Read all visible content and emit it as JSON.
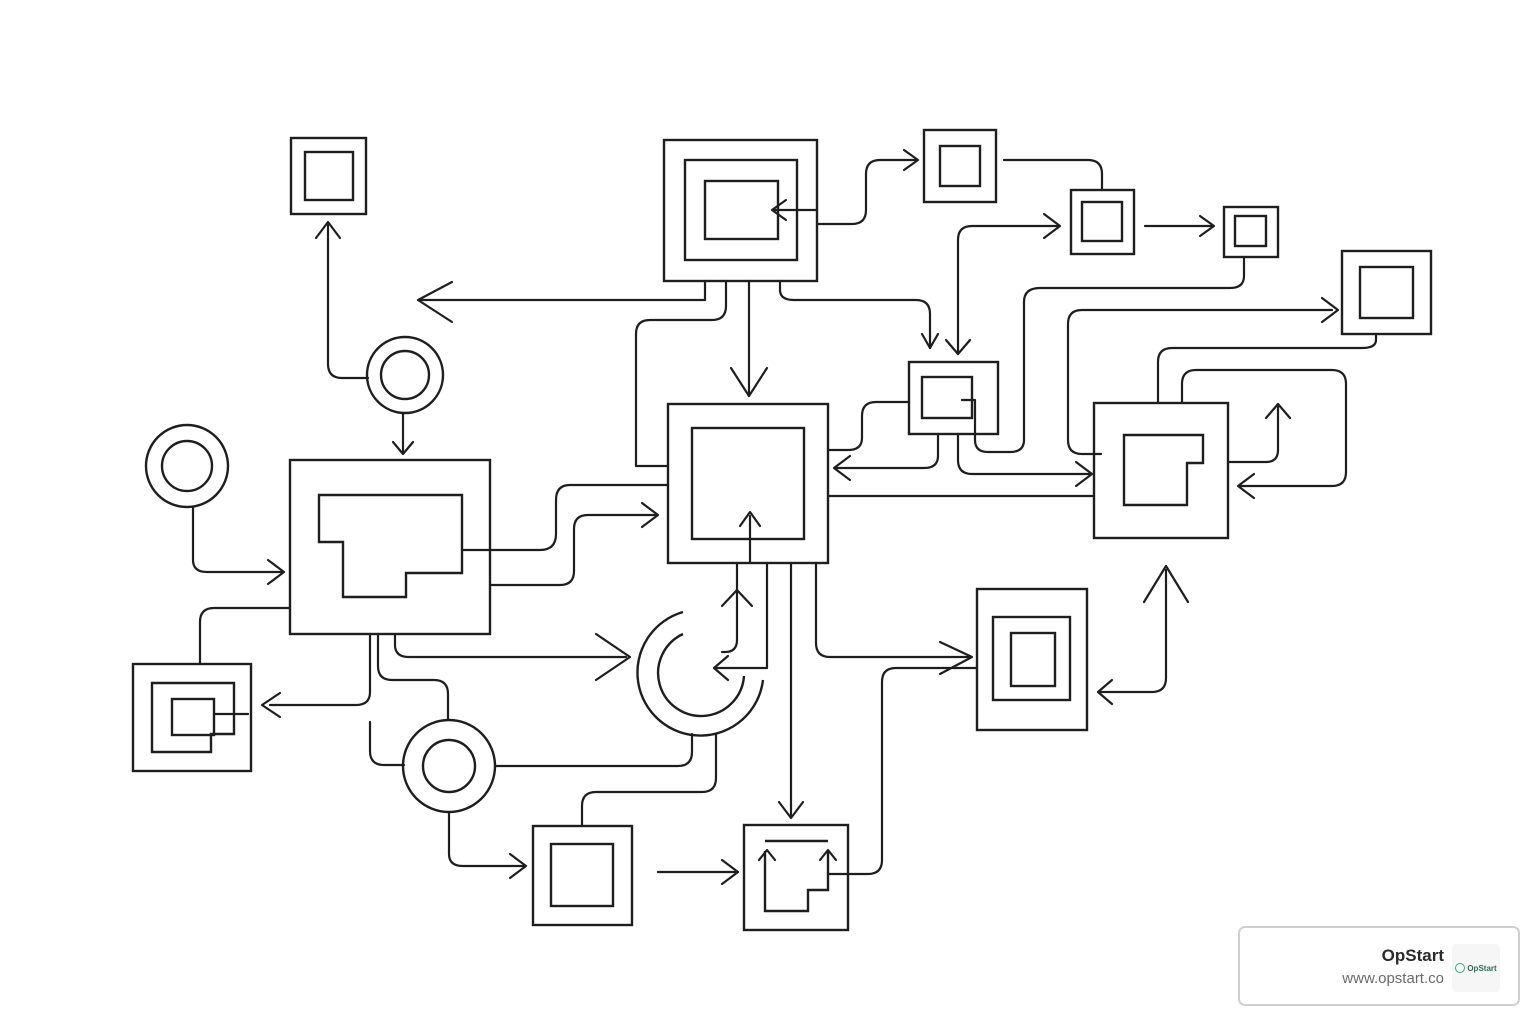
{
  "brand": {
    "name": "OpStart",
    "url": "www.opstart.co",
    "logo_icon": "opstart-logo-icon",
    "logo_text": "OpStart"
  },
  "colors": {
    "line": "#1e1e1e",
    "background": "#ffffff",
    "card_border": "#cfcfcf",
    "logo_accent": "#3aa87a"
  }
}
